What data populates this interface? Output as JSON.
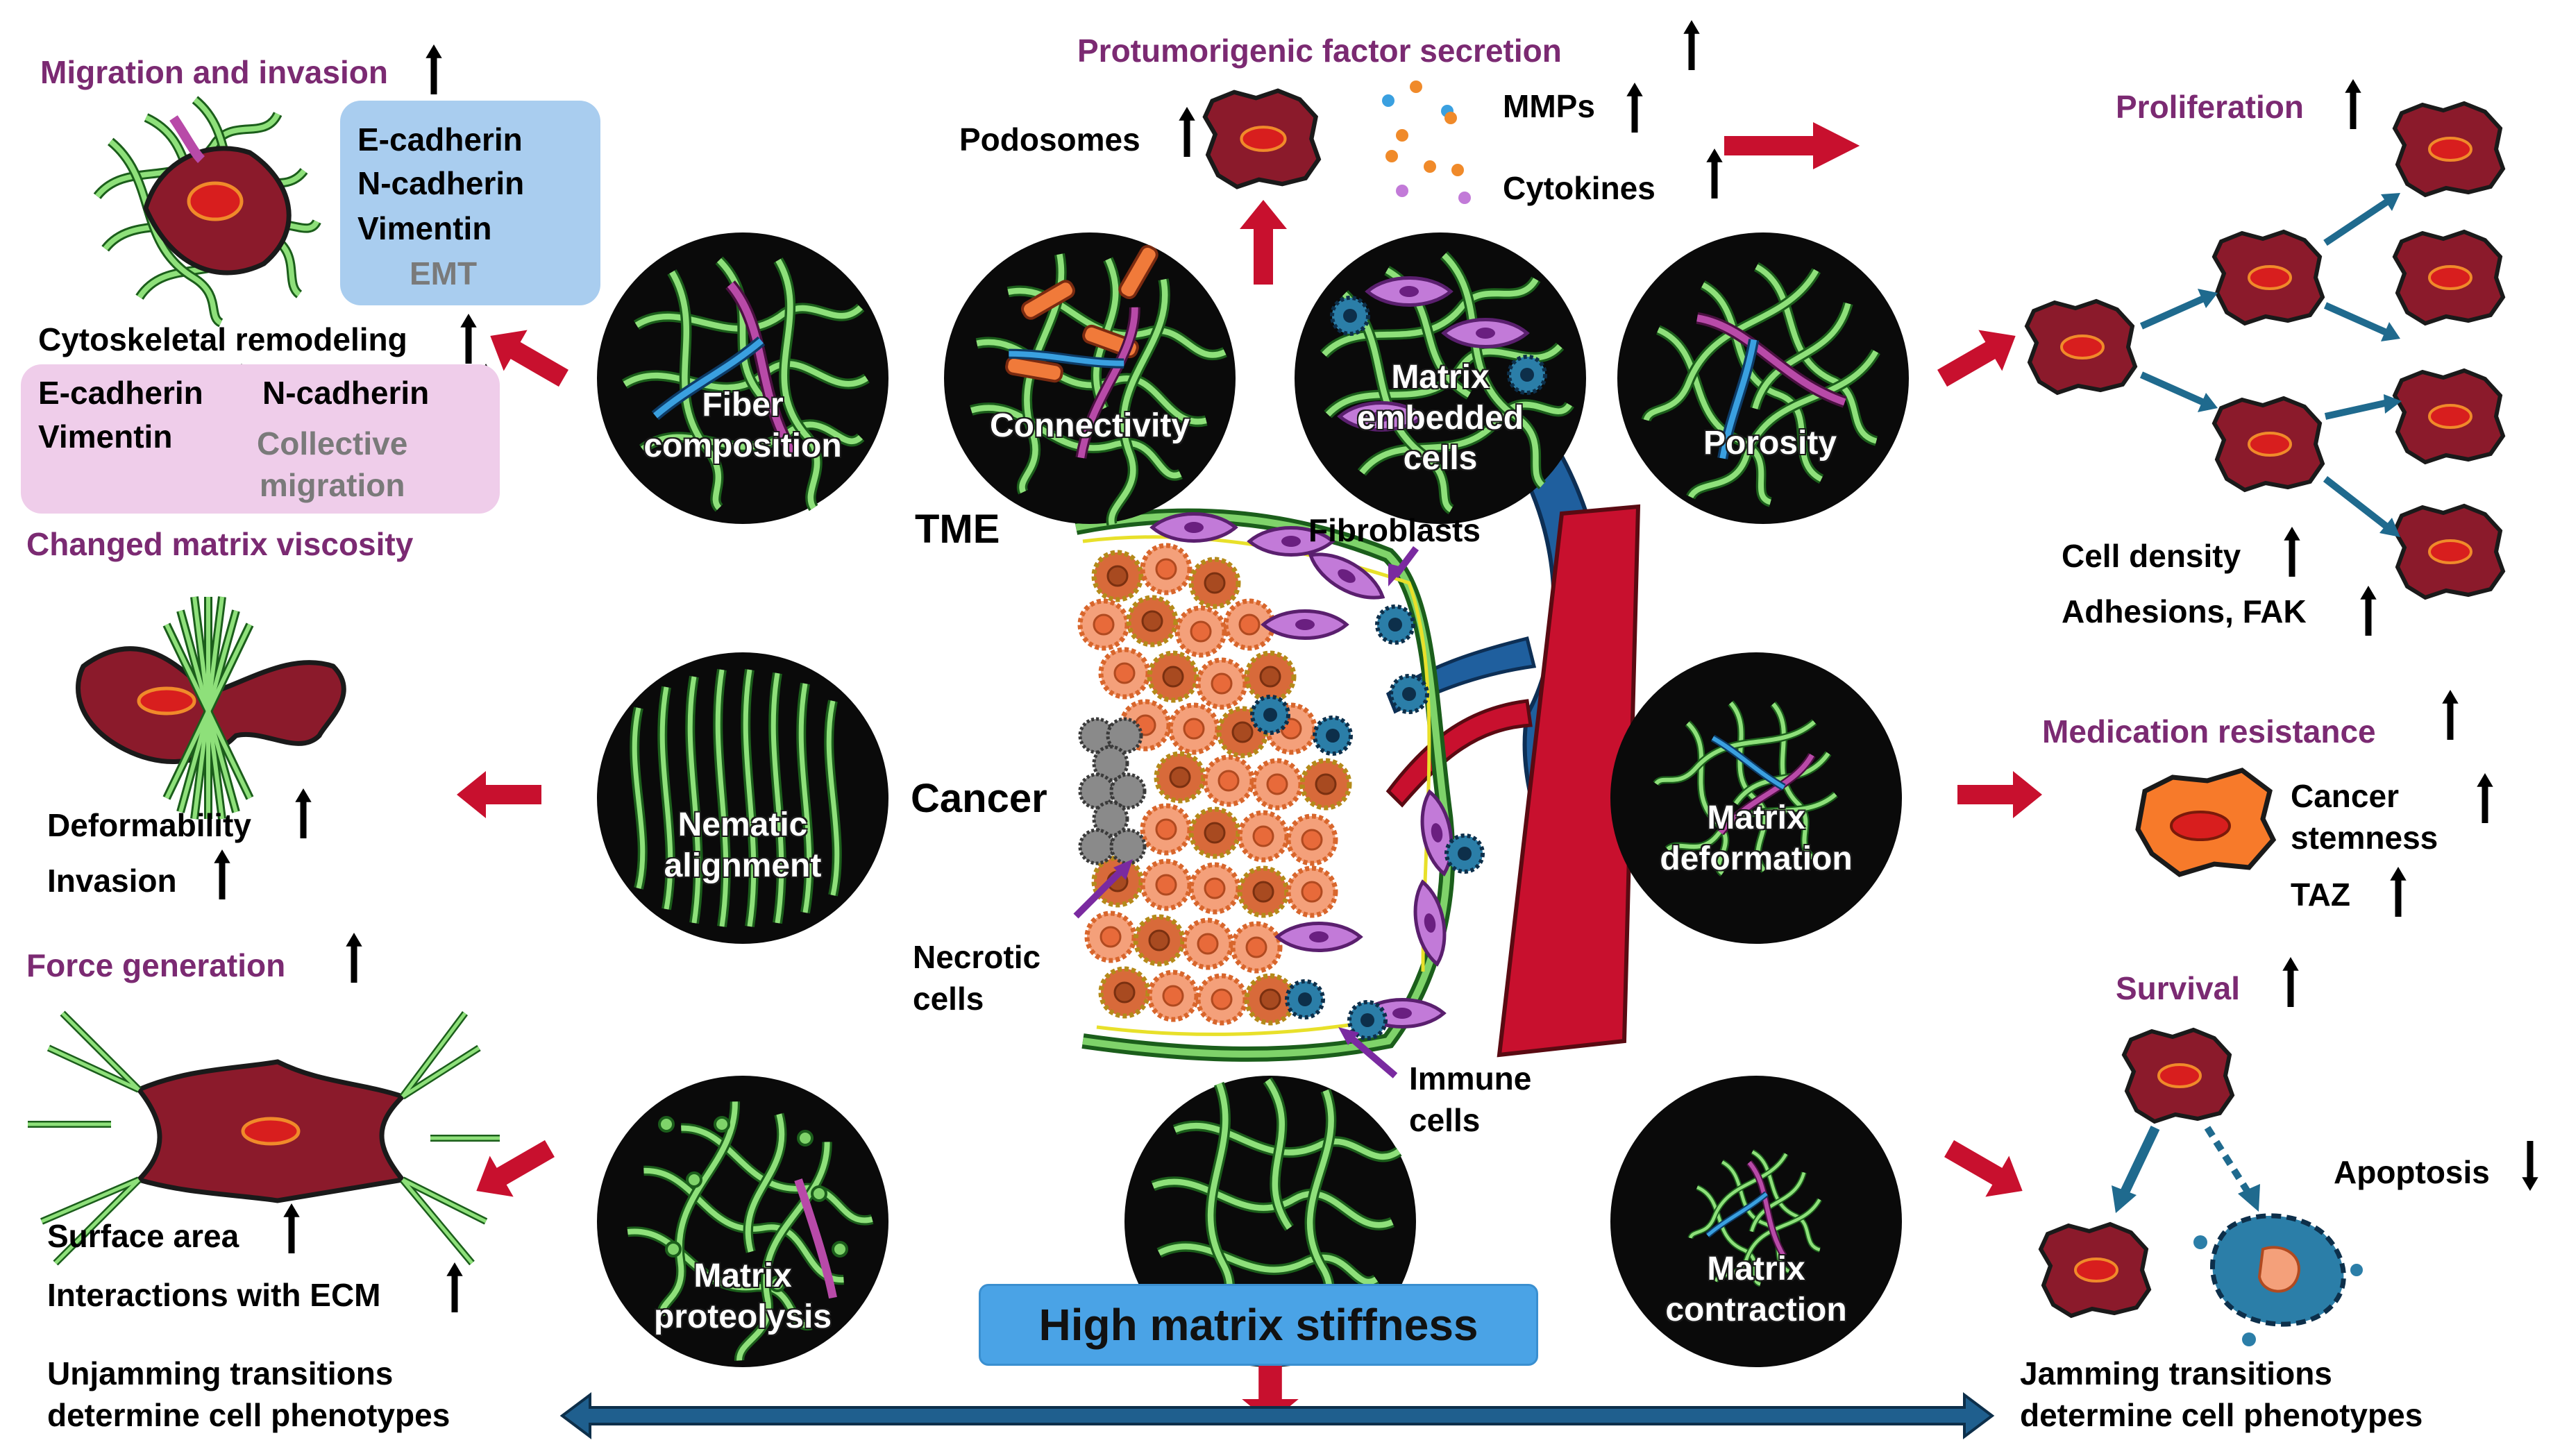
{
  "center": {
    "tme_label": "TME",
    "cancer_label": "Cancer",
    "fibroblasts_label": "Fibroblasts",
    "necrotic_label": "Necrotic\ncells",
    "immune_label": "Immune\ncells",
    "stiffness_label": "High matrix stiffness"
  },
  "circles": {
    "fiber_composition": "Fiber\ncomposition",
    "connectivity": "Connectivity",
    "matrix_embedded_cells": "Matrix\nembedded\ncells",
    "porosity": "Porosity",
    "nematic_alignment": "Nematic\nalignment",
    "matrix_deformation": "Matrix\ndeformation",
    "matrix_proteolysis": "Matrix\nproteolysis",
    "matrix_contraction": "Matrix\ncontraction"
  },
  "top": {
    "secretion_title": "Protumorigenic factor secretion",
    "podosomes": "Podosomes",
    "mmps": "MMPs",
    "cytokines": "Cytokines"
  },
  "left_top": {
    "title": "Migration and invasion",
    "e_cadherin": "E-cadherin",
    "n_cadherin": "N-cadherin",
    "vimentin": "Vimentin",
    "emt": "EMT",
    "cytoskeletal": "Cytoskeletal remodeling",
    "e_cadherin2": "E-cadherin",
    "n_cadherin2": "N-cadherin",
    "vimentin2": "Vimentin",
    "collective": "Collective\nmigration"
  },
  "left_mid": {
    "title": "Changed matrix viscosity",
    "deformability": "Deformability",
    "invasion": "Invasion"
  },
  "left_bottom": {
    "title": "Force generation",
    "surface_area": "Surface area",
    "interactions": "Interactions with ECM",
    "unjamming": "Unjamming transitions\ndetermine cell phenotypes"
  },
  "right_top": {
    "title": "Proliferation",
    "cell_density": "Cell density",
    "adhesions": "Adhesions, FAK"
  },
  "right_mid": {
    "title": "Medication resistance",
    "stemness": "Cancer\nstemness",
    "taz": "TAZ"
  },
  "right_bottom": {
    "title": "Survival",
    "apoptosis": "Apoptosis",
    "jamming": "Jamming transitions\ndetermine cell phenotypes"
  },
  "colors": {
    "header_purple": "#7b2a72",
    "arrow_red": "#c8102e",
    "fiber_green": "#7fd36a",
    "cell_maroon": "#8b1a2b",
    "nucleus_red": "#d81e1e",
    "vessel_blue": "#1f5f9e",
    "emt_box": "#a9cdef",
    "collective_box": "#efcdea",
    "stiffness_box": "#4aa3e6",
    "blue_arrow": "#1f6a8e"
  }
}
